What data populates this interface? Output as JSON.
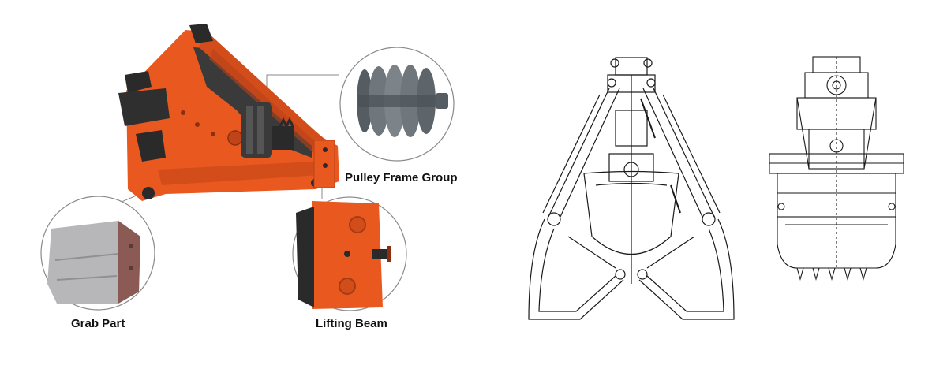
{
  "labels": {
    "pulley": "Pulley Frame Group",
    "grab": "Grab Part",
    "lifting": "Lifting Beam"
  },
  "colors": {
    "body_orange": "#e8581f",
    "dark_orange": "#c0441a",
    "steel_black": "#2a2a2a",
    "pulley_grey": "#6f777d",
    "drawing_line": "#1a1a1a"
  }
}
